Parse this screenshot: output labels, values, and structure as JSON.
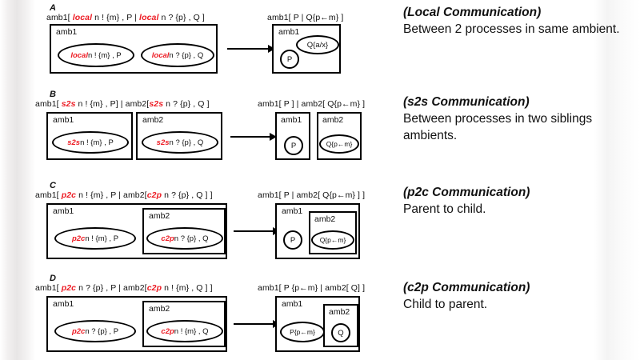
{
  "theme": {
    "keyword_red": "#ED1C24",
    "ink": "#000000",
    "page_bg": "#ffffff"
  },
  "panels": [
    {
      "letter": "A",
      "kind": "local",
      "source_formula": {
        "prefix": "amb1[ ",
        "k1": "local",
        "mid1": " n ! {m} , P | ",
        "k2": "local",
        "mid2": " n ? {p} , Q ]"
      },
      "result_formula": "amb1[ P | Q{p←m} ]",
      "source": {
        "outer_label": "amb1",
        "ellipses": [
          {
            "k": "local",
            "rest": " n ! {m} , P"
          },
          {
            "k": "local",
            "rest": " n ? {p} , Q"
          }
        ]
      },
      "result": {
        "outer_label": "amb1",
        "circle_label": "P",
        "ellipse_label": "Q{a/x}"
      },
      "desc_title": "(Local Communication)",
      "desc_body": "Between 2 processes in same ambient."
    },
    {
      "letter": "B",
      "kind": "s2s",
      "source_formula": {
        "prefix": "amb1[ ",
        "k1": "s2s",
        "mid1": " n ! {m} , P] | amb2[",
        "k2": "s2s",
        "mid2": " n ? {p} , Q ]"
      },
      "result_formula": "amb1[ P ] | amb2[ Q{p←m} ]",
      "source": {
        "box1_label": "amb1",
        "box2_label": "amb2",
        "ellipse1": {
          "k": "s2s",
          "rest": " n ! {m} , P"
        },
        "ellipse2": {
          "k": "s2s",
          "rest": " n ? {p} , Q"
        }
      },
      "result": {
        "box1_label": "amb1",
        "box2_label": "amb2",
        "circle_label": "P",
        "ellipse_label": "Q{p←m}"
      },
      "desc_title": "(s2s Communication)",
      "desc_body": "Between processes in two siblings ambients."
    },
    {
      "letter": "C",
      "kind": "p2c",
      "source_formula": {
        "prefix": "amb1[ ",
        "k1": "p2c",
        "mid1": " n ! {m} , P | amb2[",
        "k2": "c2p",
        "mid2": " n ? {p} , Q ] ]"
      },
      "result_formula": "amb1[ P  | amb2[ Q{p←m} ] ]",
      "source": {
        "outer_label": "amb1",
        "inner_label": "amb2",
        "ellipse1": {
          "k": "p2c",
          "rest": " n ! {m} , P"
        },
        "ellipse2": {
          "k": "c2p",
          "rest": " n ? {p} , Q"
        }
      },
      "result": {
        "outer_label": "amb1",
        "inner_label": "amb2",
        "circle_label": "P",
        "ellipse_label": "Q{p←m}"
      },
      "desc_title": "(p2c Communication)",
      "desc_body": "Parent to child."
    },
    {
      "letter": "D",
      "kind": "c2p",
      "source_formula": {
        "prefix": "amb1[ ",
        "k1": "p2c",
        "mid1": " n ? {p} , P | amb2[",
        "k2": "c2p",
        "mid2": " n ! {m} , Q ] ]"
      },
      "result_formula": "amb1[ P {p←m} | amb2[ Q] ]",
      "source": {
        "outer_label": "amb1",
        "inner_label": "amb2",
        "ellipse1": {
          "k": "p2c",
          "rest": " n ? {p} , P"
        },
        "ellipse2": {
          "k": "c2p",
          "rest": " n ! {m} , Q"
        }
      },
      "result": {
        "outer_label": "amb1",
        "inner_label": "amb2",
        "ellipse_label": "P{p←m}",
        "circle_label": "Q"
      },
      "desc_title": "(c2p Communication)",
      "desc_body": "Child to parent."
    }
  ]
}
